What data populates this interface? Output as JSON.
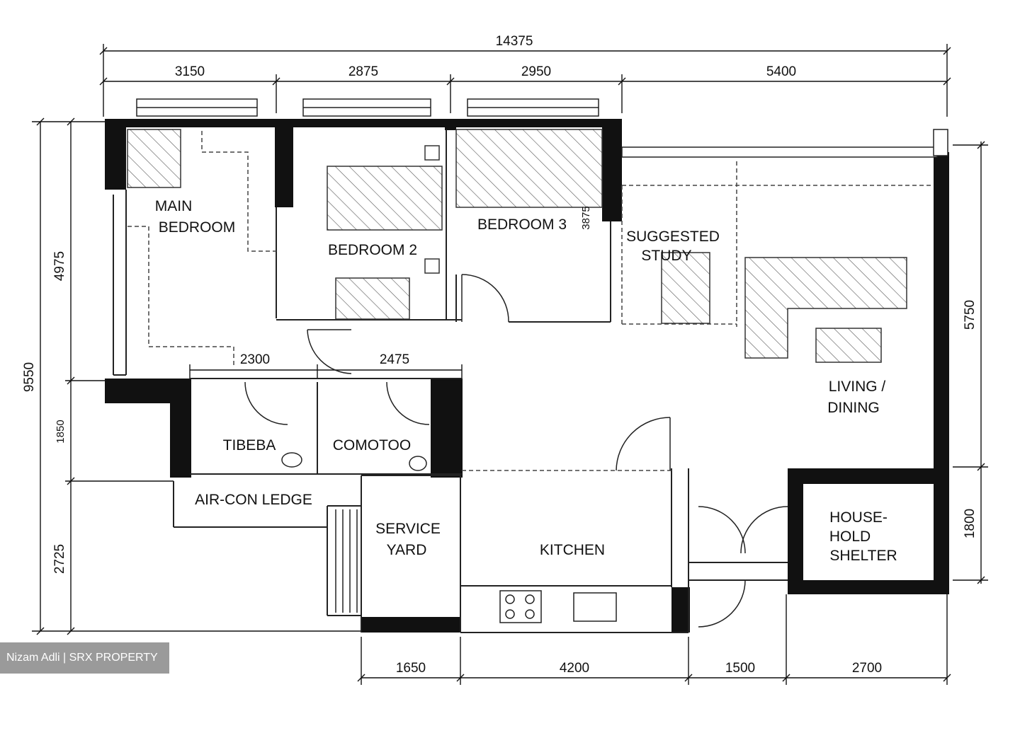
{
  "dimensions": {
    "top_total": "14375",
    "top": [
      "3150",
      "2875",
      "2950",
      "5400"
    ],
    "inner": [
      "2300",
      "2475"
    ],
    "bottom": [
      "1650",
      "4200",
      "1500",
      "2700"
    ],
    "left_total": "9550",
    "left": [
      "4975",
      "1850",
      "2725"
    ],
    "right": [
      "5750",
      "1800"
    ],
    "bedroom3_small": "3875"
  },
  "rooms": {
    "main_bedroom": [
      "MAIN",
      "BEDROOM"
    ],
    "bedroom2": "BEDROOM 2",
    "bedroom3": "BEDROOM 3",
    "study": [
      "SUGGESTED",
      "STUDY"
    ],
    "living": [
      "LIVING /",
      "DINING"
    ],
    "bath1": "TIBEBA",
    "bath2": "COMOTOO",
    "aircon": "AIR-CON LEDGE",
    "service_yard": [
      "SERVICE",
      "YARD"
    ],
    "kitchen": "KITCHEN",
    "shelter": [
      "HOUSE-",
      "HOLD",
      "SHELTER"
    ]
  },
  "watermark": "Nizam Adli | SRX PROPERTY"
}
